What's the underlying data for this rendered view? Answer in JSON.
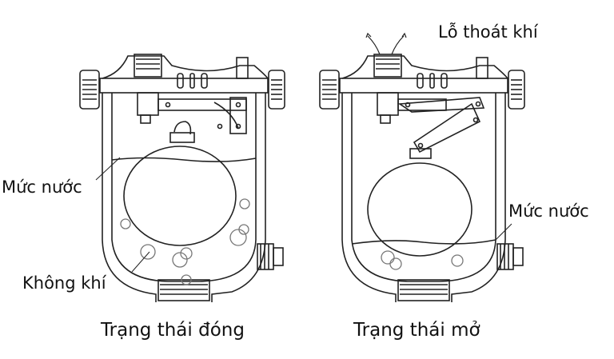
{
  "labels": {
    "air_vent": "Lỗ thoát khí",
    "water_level_left": "Mức nước",
    "air": "Không khí",
    "water_level_right": "Mức nước"
  },
  "captions": {
    "closed": "Trạng thái đóng",
    "open": "Trạng thái mở"
  },
  "colors": {
    "line": "#222222",
    "bubble": "#777777"
  }
}
